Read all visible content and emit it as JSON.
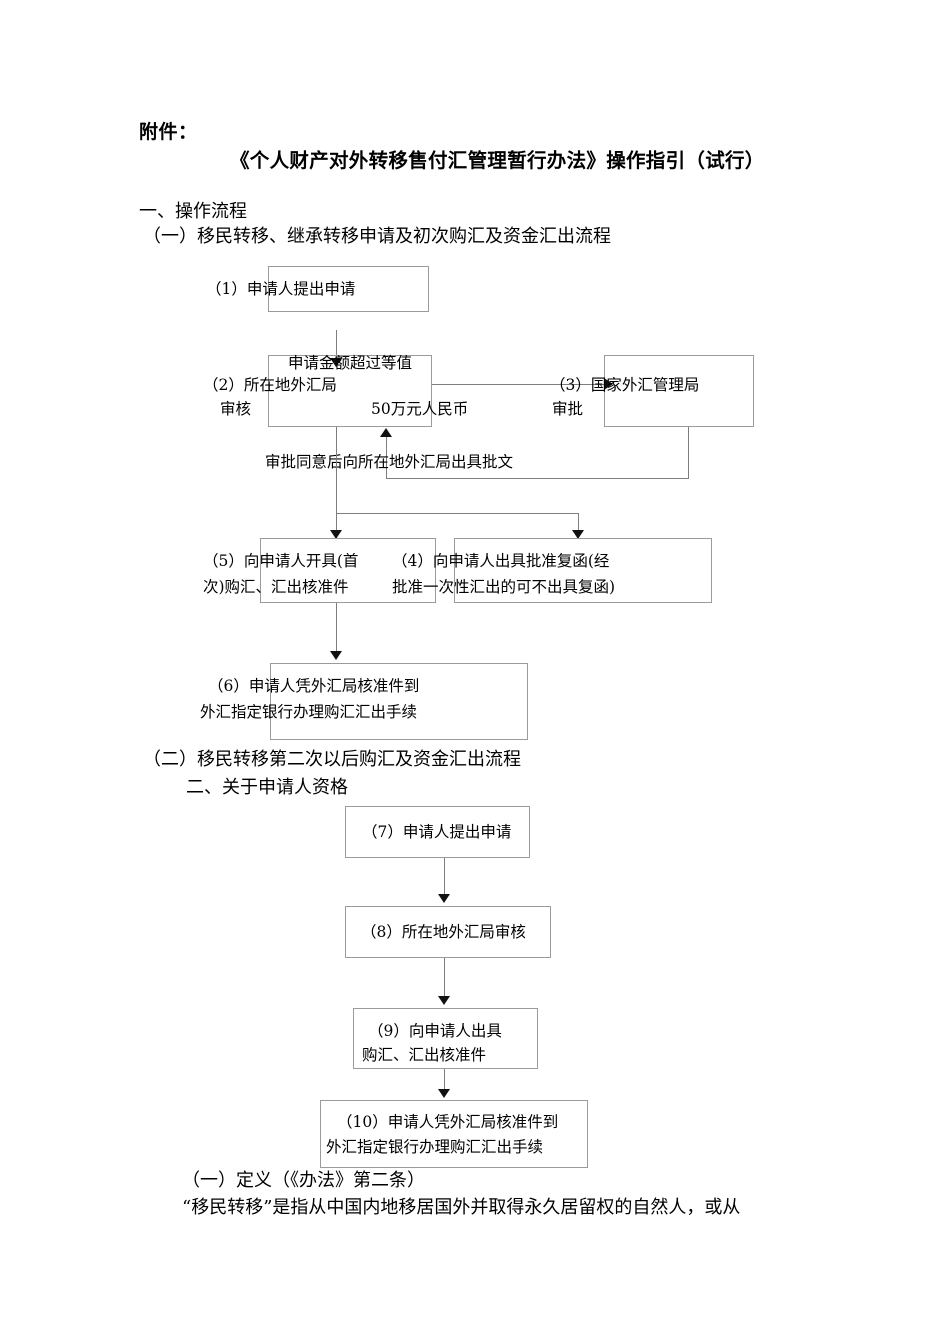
{
  "document": {
    "attachment_label": "附件：",
    "title": "《个人财产对外转移售付汇管理暂行办法》操作指引（试行）",
    "section_one": "一、操作流程",
    "subsection_one_one": "（一）移民转移、继承转移申请及初次购汇及资金汇出流程",
    "subsection_one_two": "（二）移民转移第二次以后购汇及资金汇出流程",
    "section_two": "二、关于申请人资格",
    "subsection_two_one": "（一）定义（《办法》第二条）",
    "body_paragraph_one": "“移民转移”是指从中国内地移居国外并取得永久居留权的自然人，或从"
  },
  "flowchart_one": {
    "nodes": [
      {
        "id": "n1",
        "label": "（1）申请人提出申请"
      },
      {
        "id": "n2",
        "label_line1": "（2）所在地外汇局",
        "label_line2": "审核"
      },
      {
        "id": "n3",
        "label_line1": "（3）国家外汇管理局",
        "label_line2": "审批"
      },
      {
        "id": "n5",
        "label_line1": "（5）向申请人开具(首",
        "label_line2": "次)购汇、汇出核准件"
      },
      {
        "id": "n4",
        "label_line1": "（4）向申请人出具批准复函(经",
        "label_line2": "批准一次性汇出的可不出具复函)"
      },
      {
        "id": "n6",
        "label_line1": "（6）申请人凭外汇局核准件到",
        "label_line2": "外汇指定银行办理购汇汇出手续"
      }
    ],
    "edge_labels": {
      "threshold_line1": "申请金额超过等值",
      "threshold_line2": "50万元人民币",
      "approval_return": "审批同意后向所在地外汇局出具批文"
    }
  },
  "flowchart_two": {
    "nodes": [
      {
        "id": "n7",
        "label": "（7）申请人提出申请"
      },
      {
        "id": "n8",
        "label": "（8）所在地外汇局审核"
      },
      {
        "id": "n9",
        "label_line1": "（9）向申请人出具",
        "label_line2": "购汇、汇出核准件"
      },
      {
        "id": "n10",
        "label_line1": "（10）申请人凭外汇局核准件到",
        "label_line2": "外汇指定银行办理购汇汇出手续"
      }
    ]
  }
}
